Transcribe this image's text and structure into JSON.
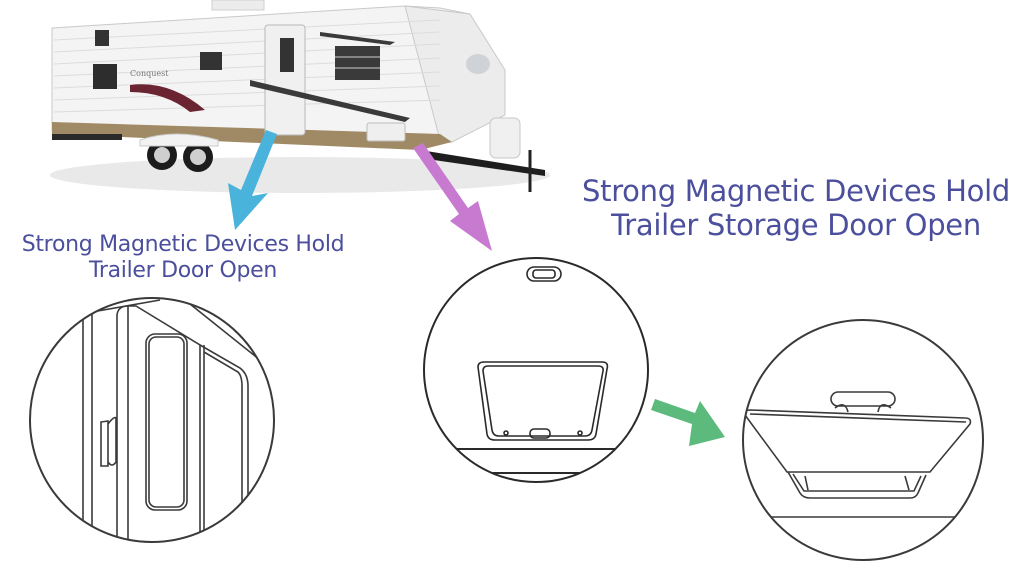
{
  "trailer_photo": {
    "description": "white travel trailer with tandem axles and decals",
    "brand_decal": "Conquest"
  },
  "captions": {
    "door": {
      "line1": "Strong Magnetic Devices Hold",
      "line2": "Trailer Door Open"
    },
    "storage_door": {
      "line1": "Strong Magnetic Devices Hold",
      "line2": "Trailer Storage Door Open"
    }
  },
  "arrows": {
    "door_arrow_color": "#4ab3db",
    "storage_arrow_color": "#c77ad0",
    "open_arrow_color": "#5cbb7c"
  },
  "colors": {
    "caption_text": "#4b4f9c",
    "line_art": "#3a3a3a",
    "background": "#ffffff"
  },
  "diagrams": [
    {
      "name": "door-closeup",
      "label": "door with magnetic catch"
    },
    {
      "name": "storage-door-closed",
      "label": "storage door closed"
    },
    {
      "name": "storage-door-open",
      "label": "storage door held open"
    }
  ]
}
